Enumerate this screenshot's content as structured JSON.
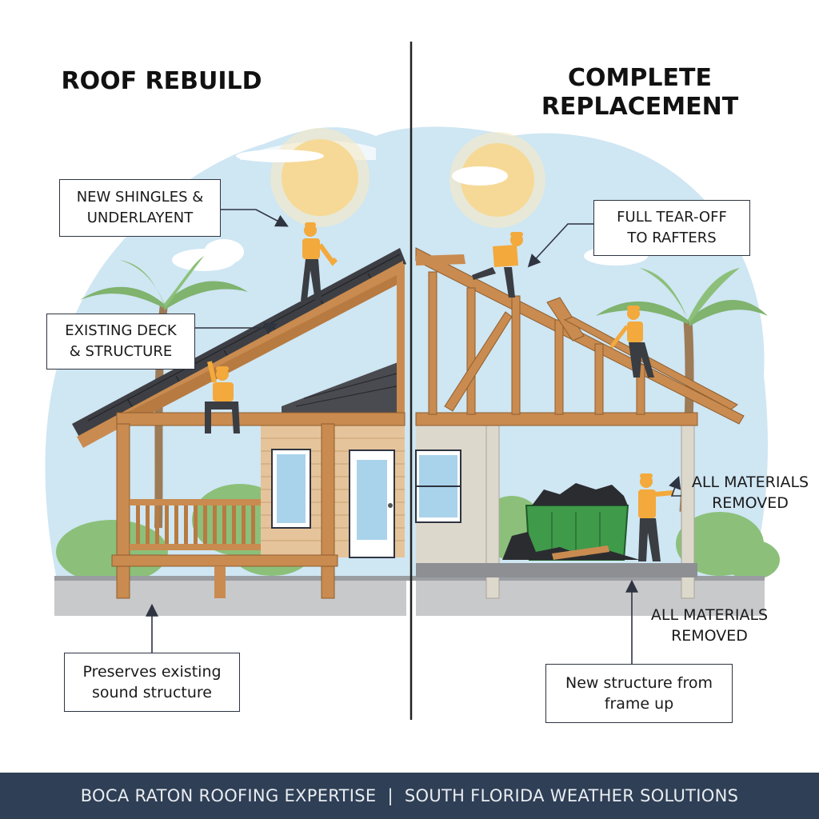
{
  "left_panel": {
    "title": "ROOF REBUILD",
    "callouts": {
      "shingles": [
        "NEW SHINGLES &",
        "UNDERLAYENT"
      ],
      "deck": [
        "EXISTING DECK",
        "& STRUCTURE"
      ],
      "preserves": [
        "Preserves existing",
        "sound structure"
      ]
    }
  },
  "right_panel": {
    "title": [
      "COMPLETE",
      "REPLACEMENT"
    ],
    "callouts": {
      "tearoff": [
        "FULL TEAR-OFF",
        "TO RAFTERS"
      ],
      "materials_upper": [
        "ALL MATERIALS",
        "REMOVED"
      ],
      "materials_lower": [
        "ALL MATERIALS",
        "REMOVED"
      ],
      "new_structure": [
        "New structure from",
        "frame up"
      ]
    }
  },
  "footer": {
    "left": "BOCA RATON ROOFING EXPERTISE",
    "separator": "|",
    "right": "SOUTH FLORIDA WEATHER SOLUTIONS"
  },
  "colors": {
    "sky": "#cfe6f3",
    "wood": "#c98b4f",
    "shingle": "#3d3f44",
    "worker_shirt": "#f3a93b",
    "dumpster": "#3f9a4a",
    "footer_bg": "#2f3f55"
  },
  "icons": [
    "sun-icon",
    "palm-tree-icon",
    "worker-icon",
    "dumpster-icon"
  ]
}
